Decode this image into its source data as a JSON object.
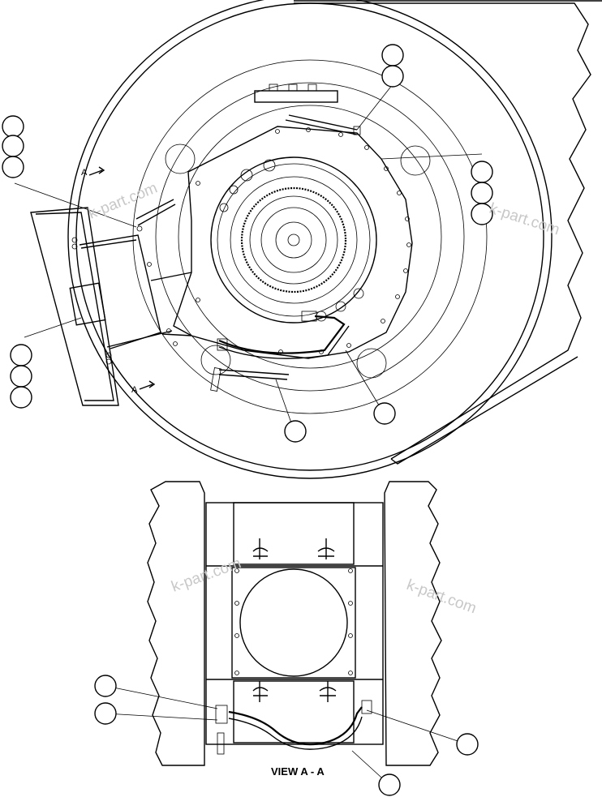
{
  "watermark": "k-part.com",
  "section_label": "A",
  "view_caption": "VIEW  A - A",
  "colors": {
    "line": "#000000",
    "background": "#ffffff",
    "watermark": "#c8c8c8"
  }
}
